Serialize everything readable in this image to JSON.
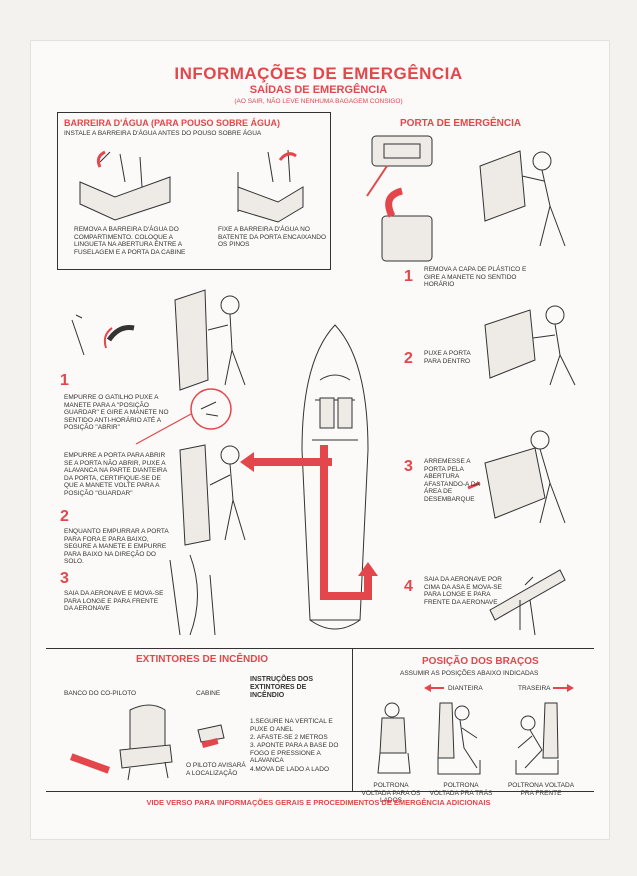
{
  "header": {
    "title": "INFORMAÇÕES DE EMERGÊNCIA",
    "subtitle": "SAÍDAS DE EMERGÊNCIA",
    "note": "(AO SAIR, NÃO LEVE NENHUMA BAGAGEM CONSIGO)"
  },
  "water_barrier": {
    "title": "BARREIRA D'ÁGUA (PARA POUSO SOBRE ÁGUA)",
    "subtitle": "INSTALE A BARREIRA D'ÁGUA ANTES DO POUSO SOBRE ÁGUA",
    "step_left": "REMOVA A BARREIRA D'ÁGUA DO COMPARTIMENTO. COLOQUE A LINGUETA NA ABERTURA ENTRE A FUSELAGEM E A PORTA DA CABINE",
    "step_right": "FIXE A BARREIRA D'ÁGUA NO BATENTE DA PORTA ENCAIXANDO OS PINOS"
  },
  "emergency_door": {
    "title": "PORTA DE EMERGÊNCIA",
    "steps": [
      {
        "num": "1",
        "text": "REMOVA A CAPA DE PLÁSTICO E GIRE A MANETE NO SENTIDO HORÁRIO"
      },
      {
        "num": "2",
        "text": "PUXE A PORTA PARA DENTRO"
      },
      {
        "num": "3",
        "text": "ARREMESSE A PORTA PELA ABERTURA AFASTANDO-A DA ÁREA DE DESEMBARQUE"
      },
      {
        "num": "4",
        "text": "SAIA DA AERONAVE POR CIMA DA ASA E MOVA-SE PARA LONGE E PARA FRENTE DA AERONAVE"
      }
    ]
  },
  "main_door": {
    "steps": [
      {
        "num": "1",
        "text": "EMPURRE O GATILHO PUXE A MANETE PARA A \"POSIÇÃO GUARDAR\" E GIRE A MANETE NO SENTIDO ANTI-HORÁRIO ATÉ A POSIÇÃO \"ABRIR\""
      },
      {
        "num": "",
        "text": "EMPURRE A PORTA PARA ABRIR SE A PORTA NÃO ABRIR, PUXE A ALAVANCA NA PARTE DIANTEIRA DA PORTA, CERTIFIQUE-SE DE QUE A MANETE VOLTE PARA A POSIÇÃO \"GUARDAR\""
      },
      {
        "num": "2",
        "text": "ENQUANTO EMPURRAR A PORTA PARA FORA E PARA BAIXO, SEGURE A MANETE E EMPURRE PARA BAIXO NA DIREÇÃO DO SOLO."
      },
      {
        "num": "3",
        "text": "SAIA DA AERONAVE E MOVA-SE PARA LONGE E PARA FRENTE DA AERONAVE"
      }
    ]
  },
  "extinguishers": {
    "title": "EXTINTORES DE INCÊNDIO",
    "copilot_bench": "BANCO DO CO-PILOTO",
    "cabin": "CABINE",
    "pilot_note": "O PILOTO AVISARÁ A LOCALIZAÇÃO",
    "instructions_title": "INSTRUÇÕES DOS EXTINTORES DE INCÊNDIO",
    "instructions": [
      "1.SEGURE NA VERTICAL E PUXE O ANEL",
      "2. AFASTE-SE 2 METROS",
      "3. APONTE PARA A BASE DO FOGO E PRESSIONE A ALAVANCA",
      "4.MOVA DE LADO A LADO"
    ]
  },
  "brace": {
    "title": "POSIÇÃO DOS BRAÇOS",
    "subtitle": "ASSUMIR AS POSIÇÕES ABAIXO INDICADAS",
    "forward": "DIANTEIRA",
    "aft": "TRASEIRA",
    "captions": [
      "POLTRONA VOLTADA PARA OS LADOS",
      "POLTRONA VOLTADA PRA TRÁS",
      "POLTRONA VOLTADA PRA FRENTE"
    ]
  },
  "footer": "VIDE VERSO PARA INFORMAÇÕES GERAIS E PROCEDIMENTOS DE EMERGÊNCIA ADICIONAIS",
  "colors": {
    "accent": "#e3474c",
    "ink": "#333333",
    "paper": "#fbfaf8"
  }
}
